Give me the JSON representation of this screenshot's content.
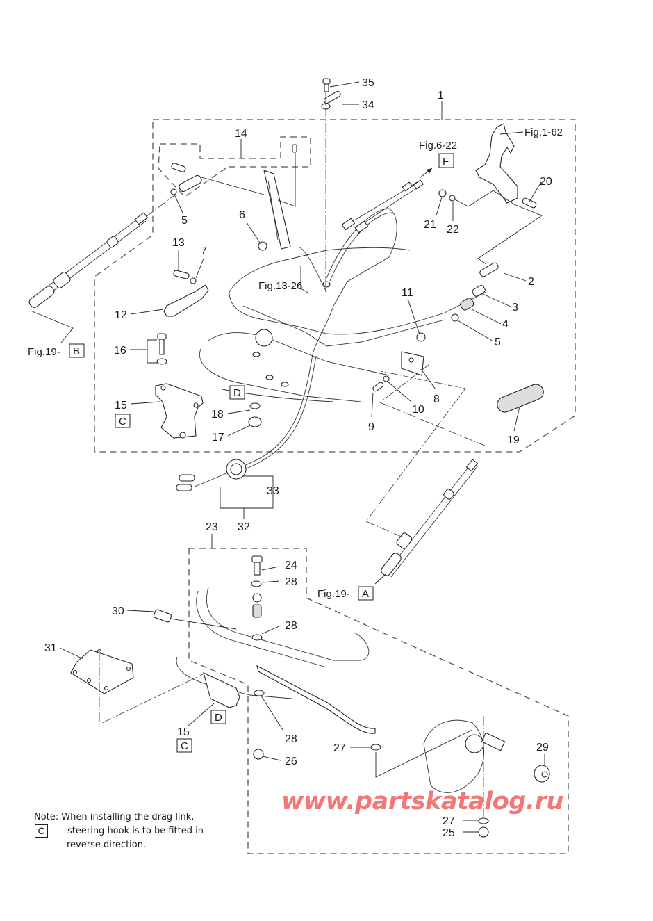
{
  "diagram": {
    "title": "Steering / remote control attachment parts",
    "part_labels": [
      {
        "id": "p1",
        "text": "1"
      },
      {
        "id": "p2",
        "text": "2"
      },
      {
        "id": "p3",
        "text": "3"
      },
      {
        "id": "p4",
        "text": "4"
      },
      {
        "id": "p5a",
        "text": "5"
      },
      {
        "id": "p5b",
        "text": "5"
      },
      {
        "id": "p6",
        "text": "6"
      },
      {
        "id": "p7",
        "text": "7"
      },
      {
        "id": "p8",
        "text": "8"
      },
      {
        "id": "p9",
        "text": "9"
      },
      {
        "id": "p10",
        "text": "10"
      },
      {
        "id": "p11",
        "text": "11"
      },
      {
        "id": "p12",
        "text": "12"
      },
      {
        "id": "p13",
        "text": "13"
      },
      {
        "id": "p14",
        "text": "14"
      },
      {
        "id": "p15a",
        "text": "15"
      },
      {
        "id": "p15b",
        "text": "15"
      },
      {
        "id": "p16",
        "text": "16"
      },
      {
        "id": "p17",
        "text": "17"
      },
      {
        "id": "p18",
        "text": "18"
      },
      {
        "id": "p19",
        "text": "19"
      },
      {
        "id": "p20",
        "text": "20"
      },
      {
        "id": "p21",
        "text": "21"
      },
      {
        "id": "p22",
        "text": "22"
      },
      {
        "id": "p23",
        "text": "23"
      },
      {
        "id": "p24",
        "text": "24"
      },
      {
        "id": "p25",
        "text": "25"
      },
      {
        "id": "p26",
        "text": "26"
      },
      {
        "id": "p27a",
        "text": "27"
      },
      {
        "id": "p27b",
        "text": "27"
      },
      {
        "id": "p28a",
        "text": "28"
      },
      {
        "id": "p28b",
        "text": "28"
      },
      {
        "id": "p28c",
        "text": "28"
      },
      {
        "id": "p29",
        "text": "29"
      },
      {
        "id": "p30",
        "text": "30"
      },
      {
        "id": "p31",
        "text": "31"
      },
      {
        "id": "p32",
        "text": "32"
      },
      {
        "id": "p33",
        "text": "33"
      },
      {
        "id": "p34",
        "text": "34"
      },
      {
        "id": "p35",
        "text": "35"
      }
    ],
    "figure_refs": {
      "fig1_62": "Fig.1-62",
      "fig6_22": "Fig.6-22",
      "fig13_26": "Fig.13-26",
      "fig19_b": "Fig.19-",
      "fig19_a": "Fig.19-"
    },
    "box_letters": {
      "F": "F",
      "B": "B",
      "A": "A",
      "C1": "C",
      "C2": "C",
      "D1": "D",
      "D2": "D"
    }
  },
  "note": {
    "prefix": "Note:",
    "line1": "When installing the drag link,",
    "box_letter": "C",
    "line2": "steering hook is to be fitted in",
    "line3": "reverse direction."
  },
  "watermark": {
    "text": "www.partskatalog.ru",
    "color": "#f06060"
  }
}
